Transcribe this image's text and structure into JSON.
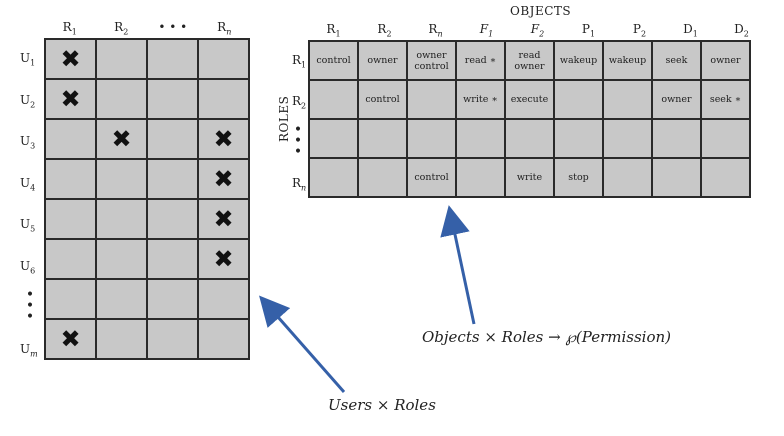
{
  "ur_matrix": {
    "col_headers": [
      "R1",
      "R2",
      "• • •",
      "Rn"
    ],
    "row_headers": [
      "U1",
      "U2",
      "U3",
      "U4",
      "U5",
      "U6",
      "•\n•\n•",
      "Um"
    ],
    "marks": [
      [
        1,
        0,
        0,
        0
      ],
      [
        1,
        0,
        0,
        0
      ],
      [
        0,
        1,
        0,
        1
      ],
      [
        0,
        0,
        0,
        1
      ],
      [
        0,
        0,
        0,
        1
      ],
      [
        0,
        0,
        0,
        1
      ],
      [
        0,
        0,
        0,
        0
      ],
      [
        1,
        0,
        0,
        0
      ]
    ],
    "mark_symbol": "✖"
  },
  "or_matrix": {
    "title": "OBJECTS",
    "side_label": "ROLES",
    "col_headers": [
      "R1",
      "R2",
      "Rn",
      "F1",
      "F2",
      "P1",
      "P2",
      "D1",
      "D2"
    ],
    "row_headers": [
      "R1",
      "R2",
      "•\n•\n•",
      "Rn"
    ],
    "cells": [
      [
        "control",
        "owner",
        "owner\ncontrol",
        "read ∗",
        "read\nowner",
        "wakeup",
        "wakeup",
        "seek",
        "owner"
      ],
      [
        "",
        "control",
        "",
        "write ∗",
        "execute",
        "",
        "",
        "owner",
        "seek ∗"
      ],
      [
        "",
        "",
        "",
        "",
        "",
        "",
        "",
        "",
        ""
      ],
      [
        "",
        "",
        "control",
        "",
        "write",
        "stop",
        "",
        "",
        ""
      ]
    ]
  },
  "captions": {
    "objects_roles": "Objects × Roles → ℘(Permission)",
    "users_roles": "Users × Roles"
  },
  "colors": {
    "arrow": "#3560a8",
    "cell": "#c8c8c8",
    "border": "#2a2a2a"
  }
}
